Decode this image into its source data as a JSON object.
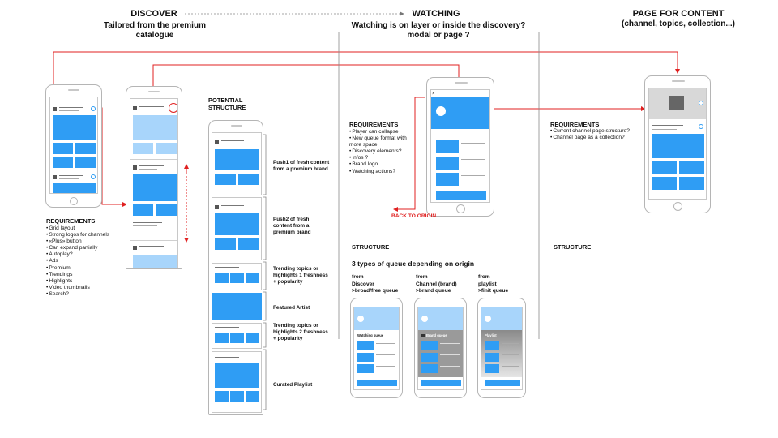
{
  "header": {
    "discover": "DISCOVER",
    "discover_sub": "Tailored from the premium catalogue",
    "watching": "WATCHING",
    "watching_sub": "Watching is on layer or inside the discovery? modal or page ?",
    "content": "PAGE FOR CONTENT",
    "content_sub": "(channel, topics, collection...)"
  },
  "discover_requirements": {
    "title": "REQUIREMENTS",
    "items": [
      "Grid layout",
      "Strong logos for channels",
      "«Plus» button",
      "Can expand partially",
      "Autoplay?",
      "Ads",
      "Premium",
      "Trendings",
      "Highlights",
      "Video thumbnails",
      "Search?"
    ]
  },
  "potential_structure": {
    "title": "POTENTIAL STRUCTURE",
    "sections": [
      "Push1 of fresh content from a premium brand",
      "Push2 of fresh content from a premium brand",
      "Trending topics or highlights 1 freshness + popularity",
      "Featured Artist",
      "Trending topics or highlights 2 freshness + popularity",
      "Curated Playlist"
    ]
  },
  "watching_requirements": {
    "title": "REQUIREMENTS",
    "items": [
      "Player  can collapse",
      "New queue format with more space",
      "Discovery elements?",
      "Infos ?",
      "Brand logo",
      "Watching actions?"
    ],
    "back_label": "BACK TO ORIGIN"
  },
  "watching_structure": {
    "title": "STRUCTURE",
    "subtitle": "3 types of queue depending on origin",
    "origins": [
      {
        "from": "from",
        "source": "Discover",
        "queue": ">broad/free queue",
        "screen_label": "Watching queue"
      },
      {
        "from": "from",
        "source": "Channel (brand)",
        "queue": ">brand queue",
        "screen_label": "Brand queue"
      },
      {
        "from": "from",
        "source": "playlist",
        "queue": ">finit queue",
        "screen_label": "Playlist"
      }
    ]
  },
  "content_requirements": {
    "title": "REQUIREMENTS",
    "items": [
      "Current channel page structure?",
      "Channel page as a collection?"
    ]
  },
  "content_structure": {
    "title": "STRUCTURE"
  },
  "colors": {
    "accent": "#2f9df4",
    "arrow": "#e02020",
    "light": "#a8d5fb"
  }
}
